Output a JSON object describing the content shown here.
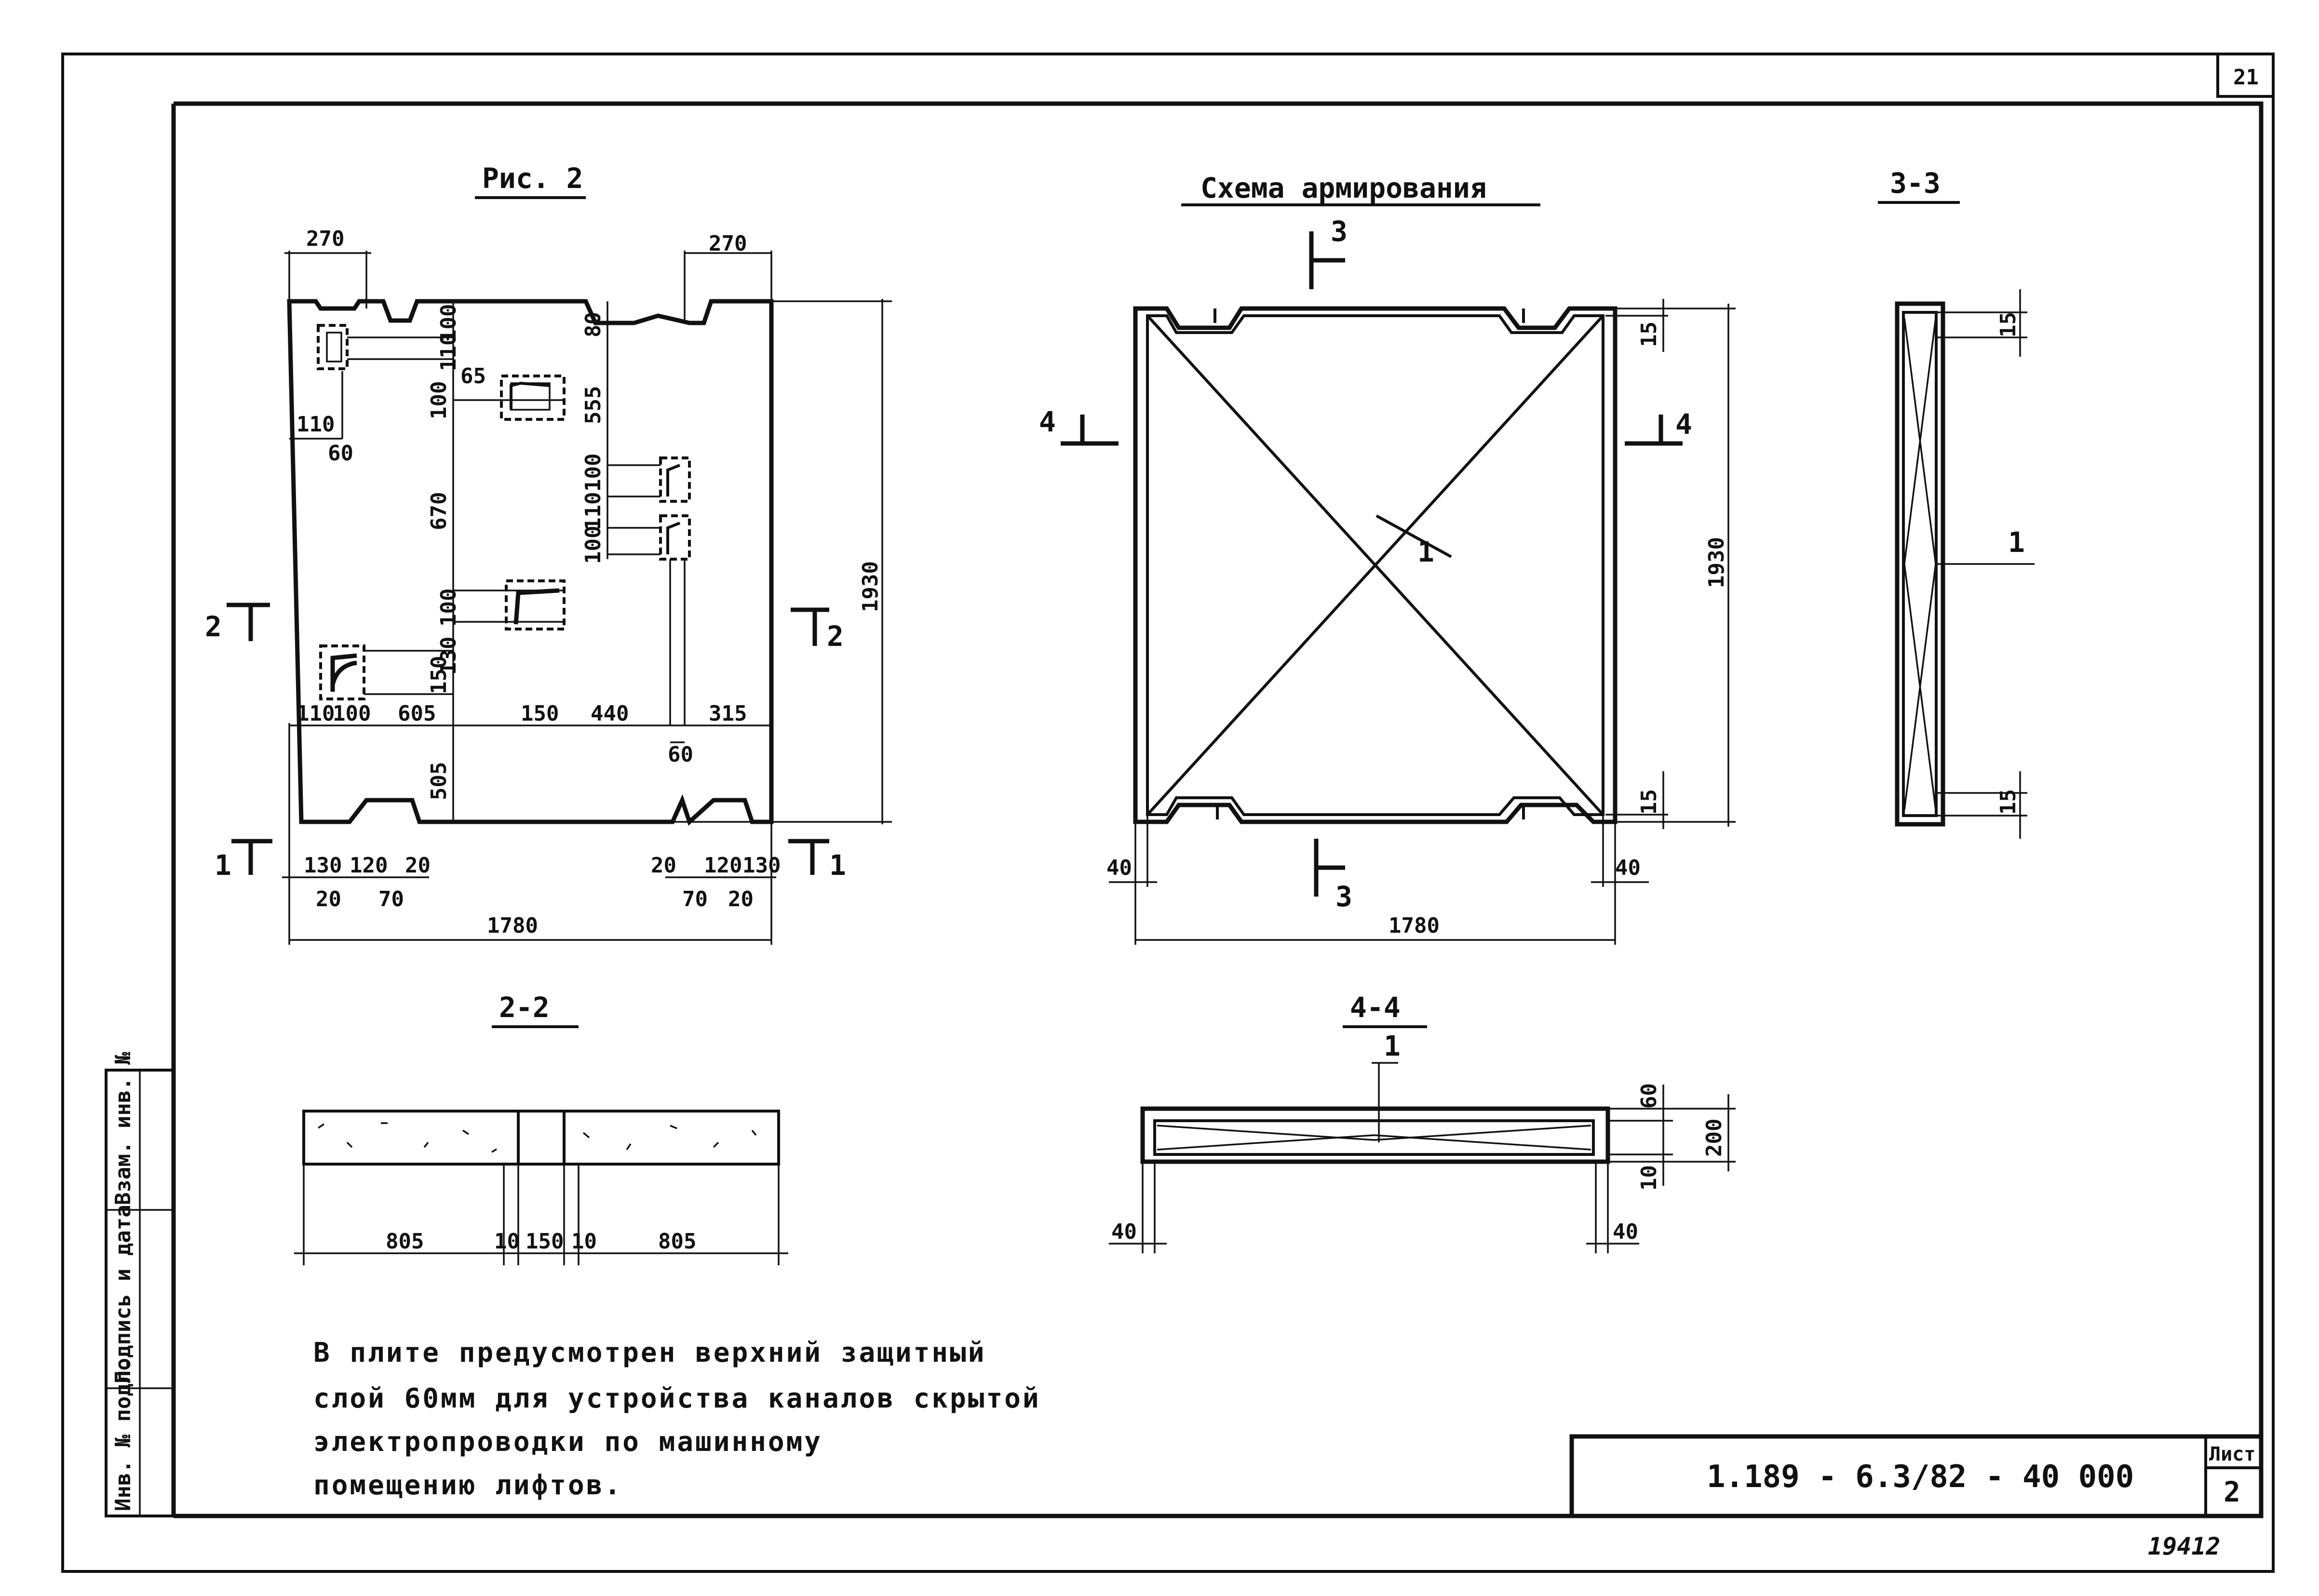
{
  "sheet": {
    "page_number": "21",
    "stamp_code": "1.189 - 6.3/82 - 40 000",
    "sheet_label": "Лист",
    "sheet_number": "2",
    "inventory_number": "19412"
  },
  "side_stamp": {
    "inv_podl": "Инв. № подл.",
    "sign_date": "Подпись и дата",
    "vzam_inv": "Взам. инв. №"
  },
  "views": {
    "fig2": {
      "title": "Рис. 2",
      "dims": {
        "top_left": "270",
        "top_right": "270",
        "d110_top": "110",
        "d100_a": "100",
        "d65": "65",
        "d80": "80",
        "d100_b": "100",
        "d555": "555",
        "d110_l": "110",
        "d60_l": "60",
        "d100_c": "100",
        "d110_c": "110",
        "d100_d": "100",
        "d670": "670",
        "d100_e": "100",
        "d1930": "1930",
        "d130": "130",
        "d100_f": "100",
        "d150_v": "150",
        "b110": "110",
        "b100": "100",
        "b605": "605",
        "b150": "150",
        "b440": "440",
        "b315": "315",
        "b60": "60",
        "d505": "505",
        "n130_l": "130",
        "n120_l": "120",
        "n20_l": "20",
        "n20_l2": "20",
        "n70_l": "70",
        "n20_r": "20",
        "n120_r": "120",
        "n130_r": "130",
        "n70_r": "70",
        "n20_r2": "20",
        "total": "1780"
      },
      "cuts": {
        "c2_left": "2",
        "c2_right": "2",
        "c1_left": "1",
        "c1_right": "1"
      }
    },
    "reinforcement": {
      "title": "Схема армирования",
      "cut3_top": "3",
      "cut3_bottom": "3",
      "cut4_left": "4",
      "cut4_right": "4",
      "mark": "1",
      "dims": {
        "d15_top": "15",
        "d1930": "1930",
        "d15_bot": "15",
        "d40_l": "40",
        "d40_r": "40",
        "total": "1780"
      }
    },
    "section33": {
      "title": "3-3",
      "mark": "1",
      "dims": {
        "d15_top": "15",
        "d15_bot": "15"
      }
    },
    "section22": {
      "title": "2-2",
      "dims": {
        "d805_l": "805",
        "d10_l": "10",
        "d150": "150",
        "d10_r": "10",
        "d805_r": "805"
      }
    },
    "section44": {
      "title": "4-4",
      "mark": "1",
      "dims": {
        "d60": "60",
        "d200": "200",
        "d10": "10",
        "d40_l": "40",
        "d40_r": "40"
      }
    }
  },
  "note": {
    "lines": [
      "В плите предусмотрен верхний защитный",
      "слой 60мм для устройства каналов скрытой",
      "электропроводки по машинному",
      "помещению лифтов."
    ]
  }
}
